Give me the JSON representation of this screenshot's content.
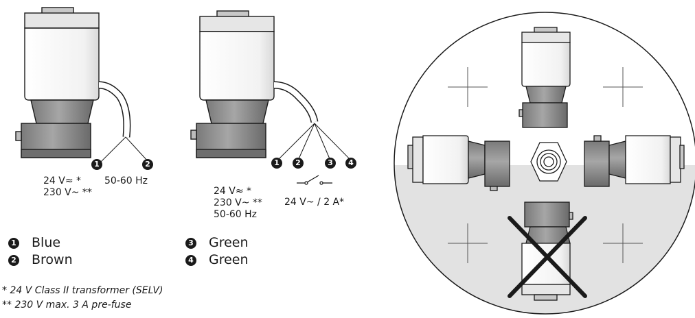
{
  "markers": [
    "1",
    "2",
    "3",
    "4"
  ],
  "diagram_2wire": {
    "voltage_lines": [
      "24 V≈ *",
      "230 V~ **"
    ],
    "frequency": "50-60 Hz"
  },
  "diagram_4wire": {
    "voltage_lines": [
      "24 V≈ *",
      "230 V~ **",
      "50-60 Hz"
    ],
    "switch_rating": "24 V~ / 2 A*"
  },
  "legend": [
    {
      "num": "1",
      "label": "Blue"
    },
    {
      "num": "2",
      "label": "Brown"
    },
    {
      "num": "3",
      "label": "Green"
    },
    {
      "num": "4",
      "label": "Green"
    }
  ],
  "footnotes": [
    "*   24 V Class II transformer (SELV)",
    "** 230 V max. 3 A pre-fuse"
  ]
}
